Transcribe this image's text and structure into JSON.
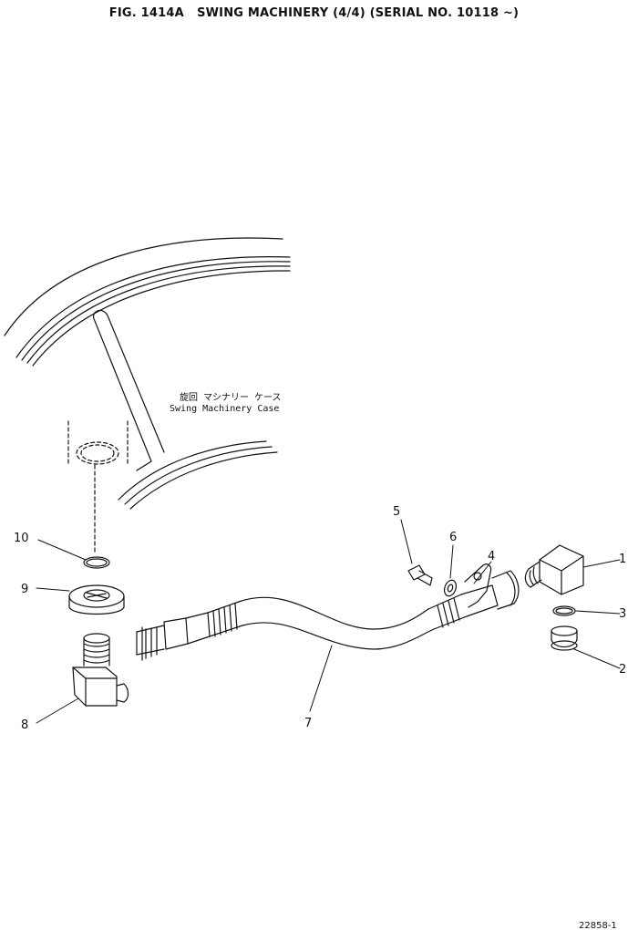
{
  "title": "FIG. 1414A   SWING MACHINERY (4/4) (SERIAL NO. 10118 ~)",
  "case_label": {
    "japanese": "旋回 マシナリー ケース",
    "english": "Swing Machinery Case"
  },
  "callouts": [
    "1",
    "2",
    "3",
    "4",
    "5",
    "6",
    "7",
    "8",
    "9",
    "10"
  ],
  "sheet_number": "22858-1"
}
